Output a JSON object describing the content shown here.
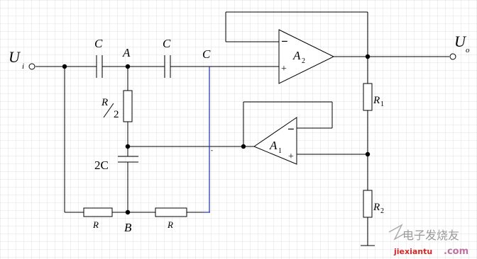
{
  "labels": {
    "input_u": "U",
    "input_sub": "i",
    "output_u": "U",
    "output_sub": "o",
    "cap1": "C",
    "cap2": "C",
    "cap3": "2C",
    "node_a": "A",
    "node_b": "B",
    "node_c": "C",
    "r_half_num": "R",
    "r_half_den": "2",
    "r_bottom_left": "R",
    "r_bottom_right": "R",
    "r1": "R",
    "r1_sub": "1",
    "r2": "R",
    "r2_sub": "2",
    "amp1": "A",
    "amp1_sub": "1",
    "amp2": "A",
    "amp2_sub": "2",
    "minus": "−",
    "plus": "+",
    "stray_mark": "-"
  },
  "watermark": {
    "text_cn": "电子发烧友",
    "text_url_prefix": "jiexiantu",
    "text_url_suffix": ".com",
    "colors": [
      "#d22",
      "#2a8a2a",
      "#c070a0"
    ]
  },
  "colors": {
    "grid": "#d8d8d8",
    "wire": "#000000",
    "highlight_wire": "#1a2eb5"
  }
}
